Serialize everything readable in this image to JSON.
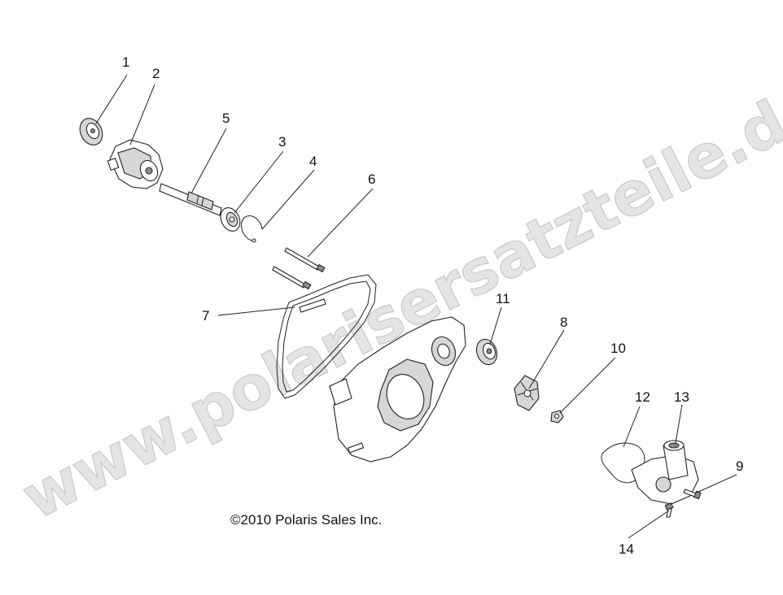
{
  "callouts": [
    "1",
    "2",
    "3",
    "4",
    "5",
    "6",
    "7",
    "8",
    "9",
    "10",
    "11",
    "12",
    "13",
    "14"
  ],
  "copyright": "©2010 Polaris Sales Inc.",
  "watermark": "www.polarisersatzteile.de"
}
